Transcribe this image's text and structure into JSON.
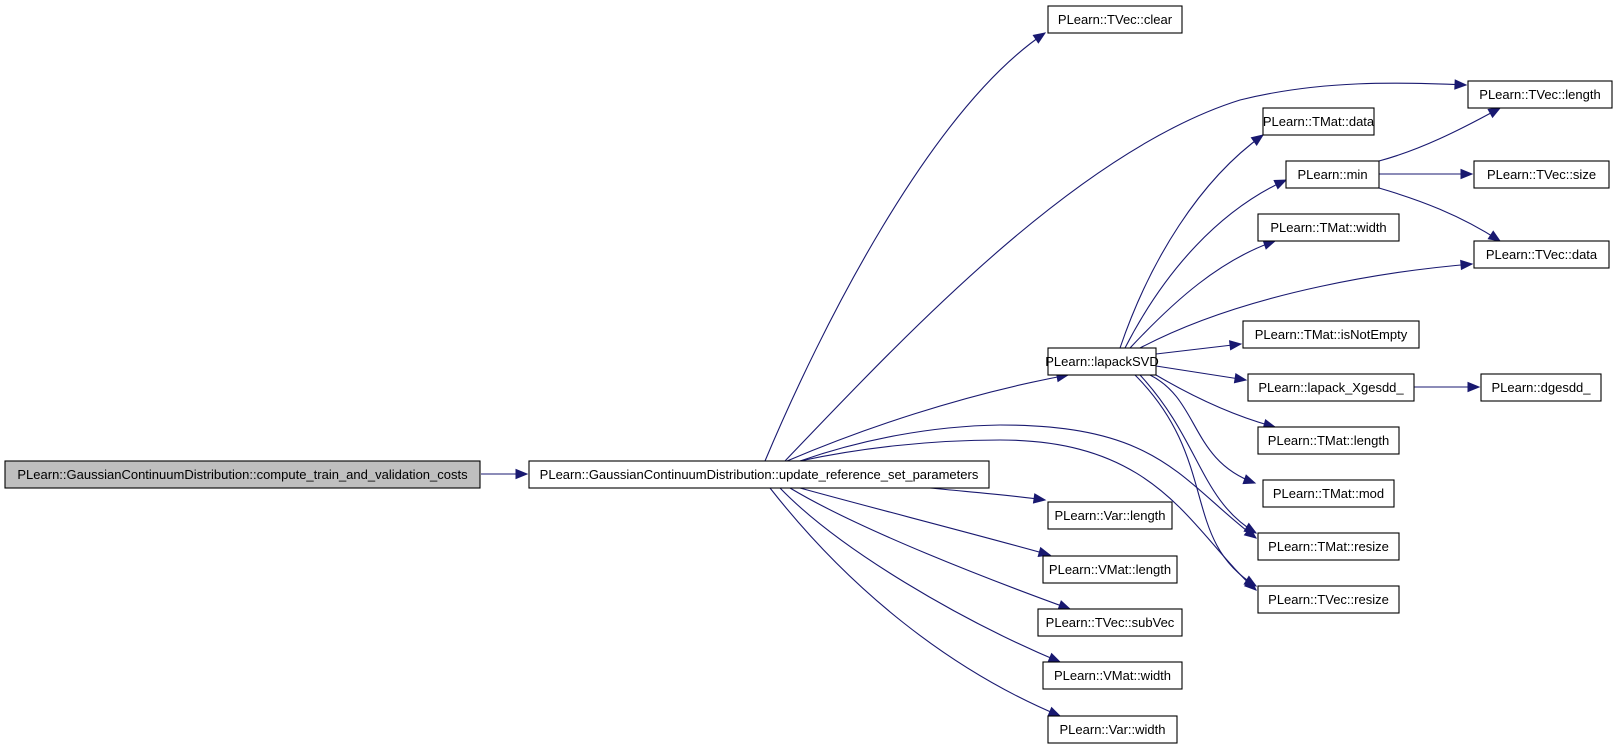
{
  "nodes": {
    "compute": {
      "label": "PLearn::GaussianContinuumDistribution::compute_train_and_validation_costs",
      "highlight": true
    },
    "update": {
      "label": "PLearn::GaussianContinuumDistribution::update_reference_set_parameters"
    },
    "tvec_clear": {
      "label": "PLearn::TVec::clear"
    },
    "tvec_length": {
      "label": "PLearn::TVec::length"
    },
    "tmat_data": {
      "label": "PLearn::TMat::data"
    },
    "min": {
      "label": "PLearn::min"
    },
    "tvec_size": {
      "label": "PLearn::TVec::size"
    },
    "tmat_width": {
      "label": "PLearn::TMat::width"
    },
    "tvec_data": {
      "label": "PLearn::TVec::data"
    },
    "lapacksvd": {
      "label": "PLearn::lapackSVD"
    },
    "tmat_isnotempty": {
      "label": "PLearn::TMat::isNotEmpty"
    },
    "lapack_xgesdd": {
      "label": "PLearn::lapack_Xgesdd_"
    },
    "dgesdd": {
      "label": "PLearn::dgesdd_"
    },
    "tmat_length": {
      "label": "PLearn::TMat::length"
    },
    "tmat_mod": {
      "label": "PLearn::TMat::mod"
    },
    "tmat_resize": {
      "label": "PLearn::TMat::resize"
    },
    "tvec_resize": {
      "label": "PLearn::TVec::resize"
    },
    "var_length": {
      "label": "PLearn::Var::length"
    },
    "vmat_length": {
      "label": "PLearn::VMat::length"
    },
    "tvec_subvec": {
      "label": "PLearn::TVec::subVec"
    },
    "vmat_width": {
      "label": "PLearn::VMat::width"
    },
    "var_width": {
      "label": "PLearn::Var::width"
    }
  },
  "edges": [
    [
      "compute",
      "update"
    ],
    [
      "update",
      "tvec_clear"
    ],
    [
      "update",
      "tvec_length"
    ],
    [
      "update",
      "lapacksvd"
    ],
    [
      "update",
      "tmat_resize"
    ],
    [
      "update",
      "tvec_resize"
    ],
    [
      "update",
      "var_length"
    ],
    [
      "update",
      "vmat_length"
    ],
    [
      "update",
      "tvec_subvec"
    ],
    [
      "update",
      "vmat_width"
    ],
    [
      "update",
      "var_width"
    ],
    [
      "lapacksvd",
      "tmat_data"
    ],
    [
      "lapacksvd",
      "min"
    ],
    [
      "lapacksvd",
      "tmat_width"
    ],
    [
      "lapacksvd",
      "tvec_data"
    ],
    [
      "lapacksvd",
      "tmat_isnotempty"
    ],
    [
      "lapacksvd",
      "lapack_xgesdd"
    ],
    [
      "lapacksvd",
      "tmat_length"
    ],
    [
      "lapacksvd",
      "tmat_mod"
    ],
    [
      "lapacksvd",
      "tmat_resize"
    ],
    [
      "lapacksvd",
      "tvec_resize"
    ],
    [
      "min",
      "tvec_length"
    ],
    [
      "min",
      "tvec_size"
    ],
    [
      "min",
      "tvec_data"
    ],
    [
      "lapack_xgesdd",
      "dgesdd"
    ]
  ]
}
